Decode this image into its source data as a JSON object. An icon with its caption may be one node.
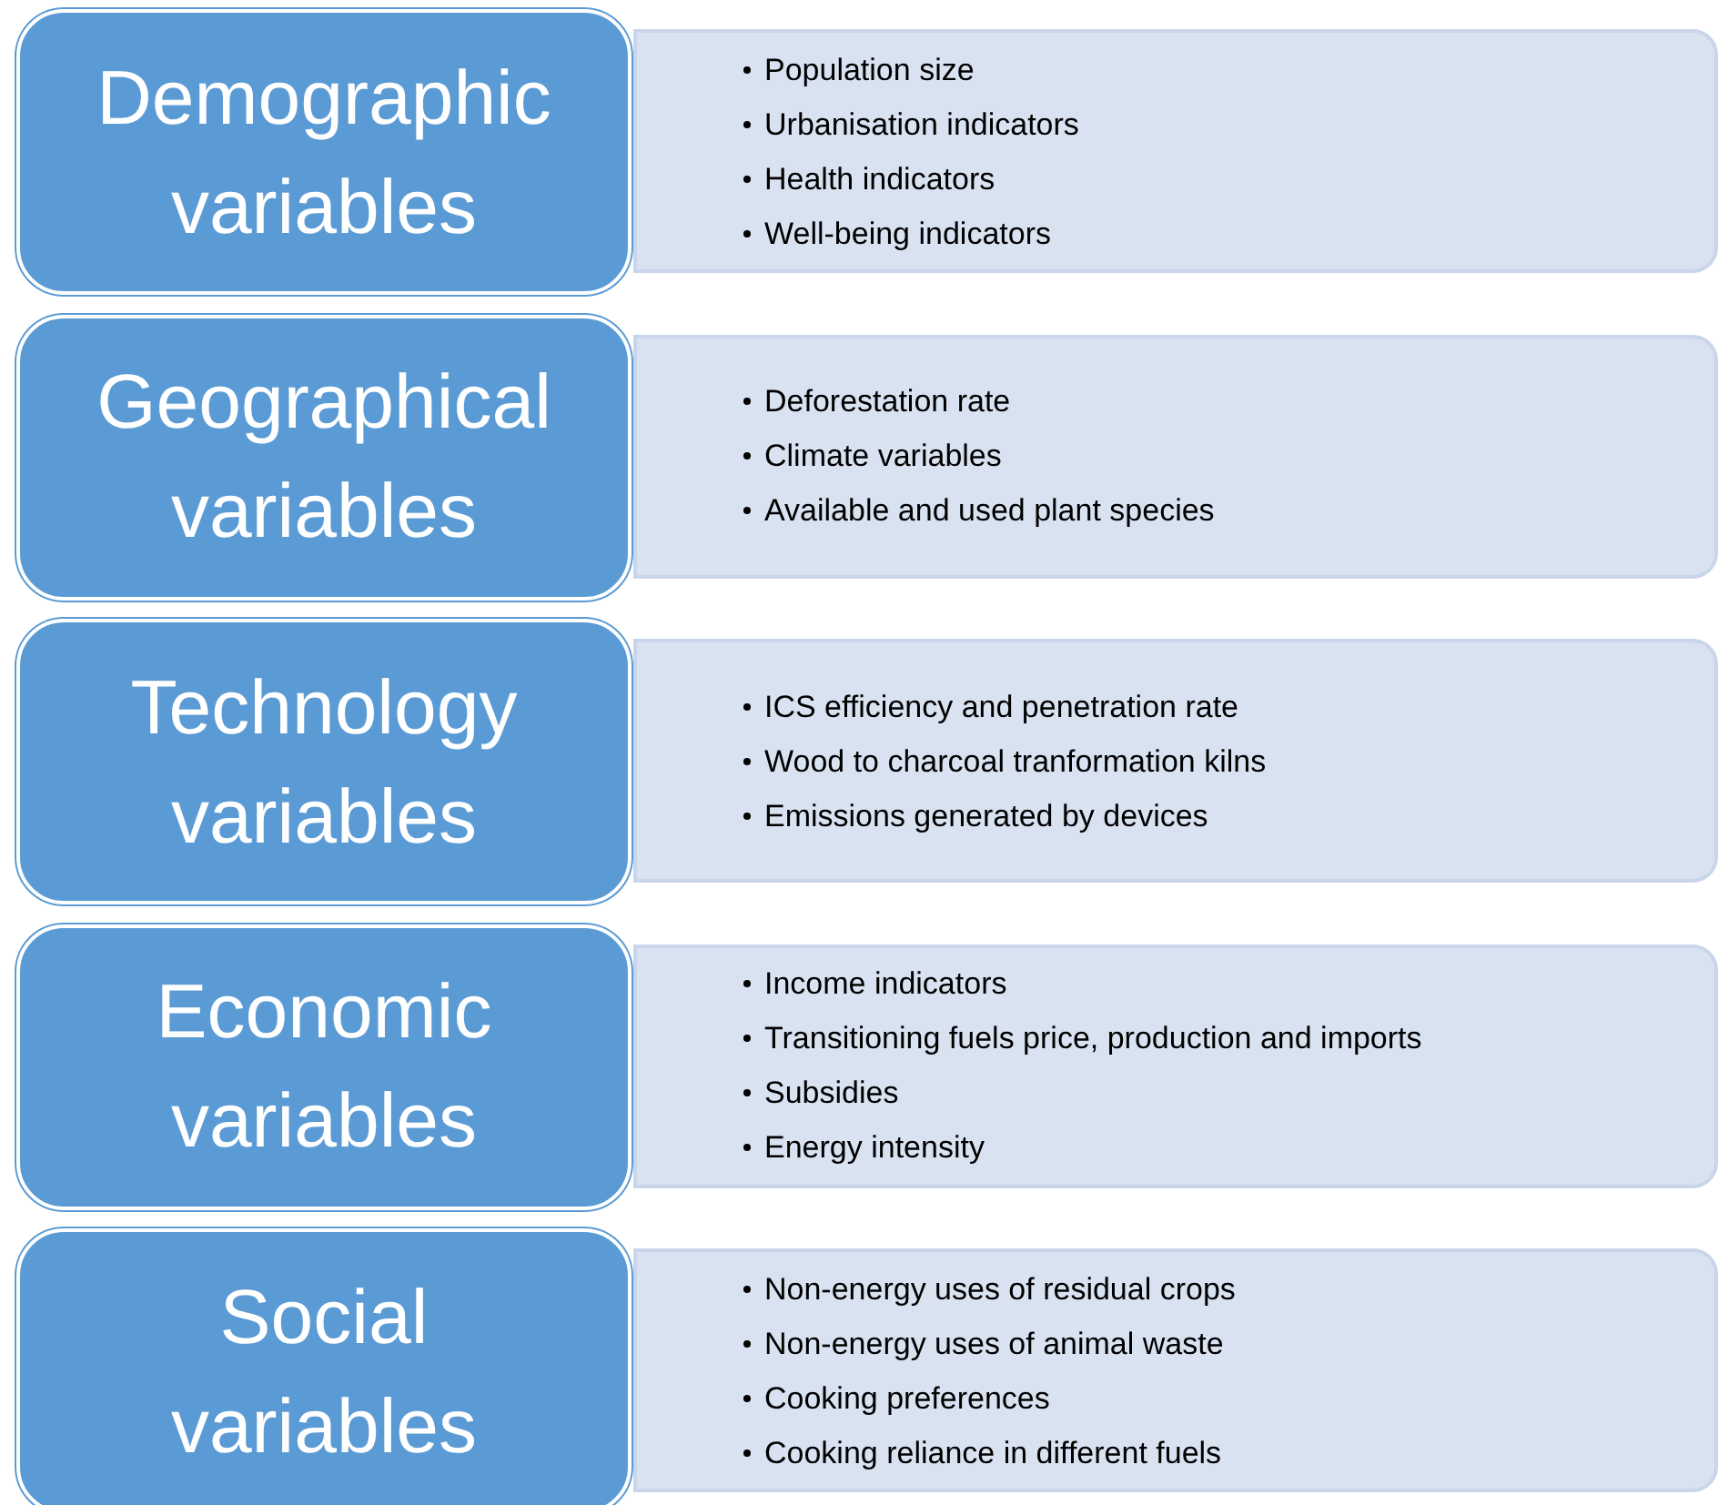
{
  "diagram": {
    "nodes": [
      {
        "text": [
          "Demographic variables"
        ]
      },
      {
        "text": [
          "Population size",
          "Urbanisation indicators",
          "Health indicators",
          "Well-being indicators"
        ]
      },
      {
        "text": [
          "Geographical variables"
        ]
      },
      {
        "text": [
          "Deforestation rate",
          "Climate variables",
          "Available and used plant species"
        ]
      },
      {
        "text": [
          "Technology variables"
        ]
      },
      {
        "text": [
          "ICS efficiency and penetration rate",
          "Wood to charcoal tranformation kilns",
          "Emissions generated by devices"
        ]
      },
      {
        "text": [
          "Economic variables"
        ]
      },
      {
        "text": [
          "Income indicators",
          "Transitioning fuels price, production and imports",
          "Subsidies",
          "Energy intensity"
        ]
      },
      {
        "text": [
          "Social variables"
        ]
      },
      {
        "text": [
          "Non-energy uses of residual crops",
          "Non-energy uses of animal waste",
          "Cooking preferences",
          "Cooking reliance in different fuels"
        ]
      }
    ]
  }
}
